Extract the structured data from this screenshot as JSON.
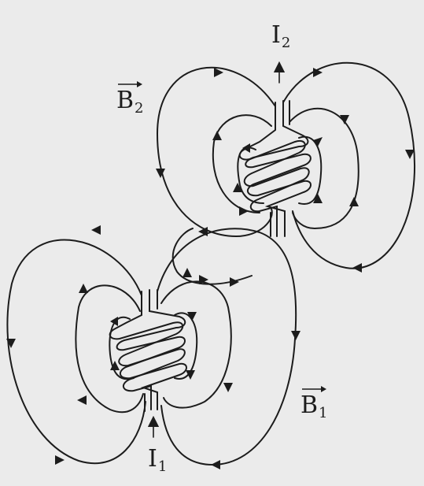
{
  "labels": {
    "b2": {
      "main": "B",
      "sub": "2"
    },
    "i2": {
      "main": "I",
      "sub": "2"
    },
    "b1": {
      "main": "B",
      "sub": "1"
    },
    "i1": {
      "main": "I",
      "sub": "1"
    }
  },
  "colors": {
    "ink": "#1c1c1c",
    "paper": "#ebebeb"
  }
}
